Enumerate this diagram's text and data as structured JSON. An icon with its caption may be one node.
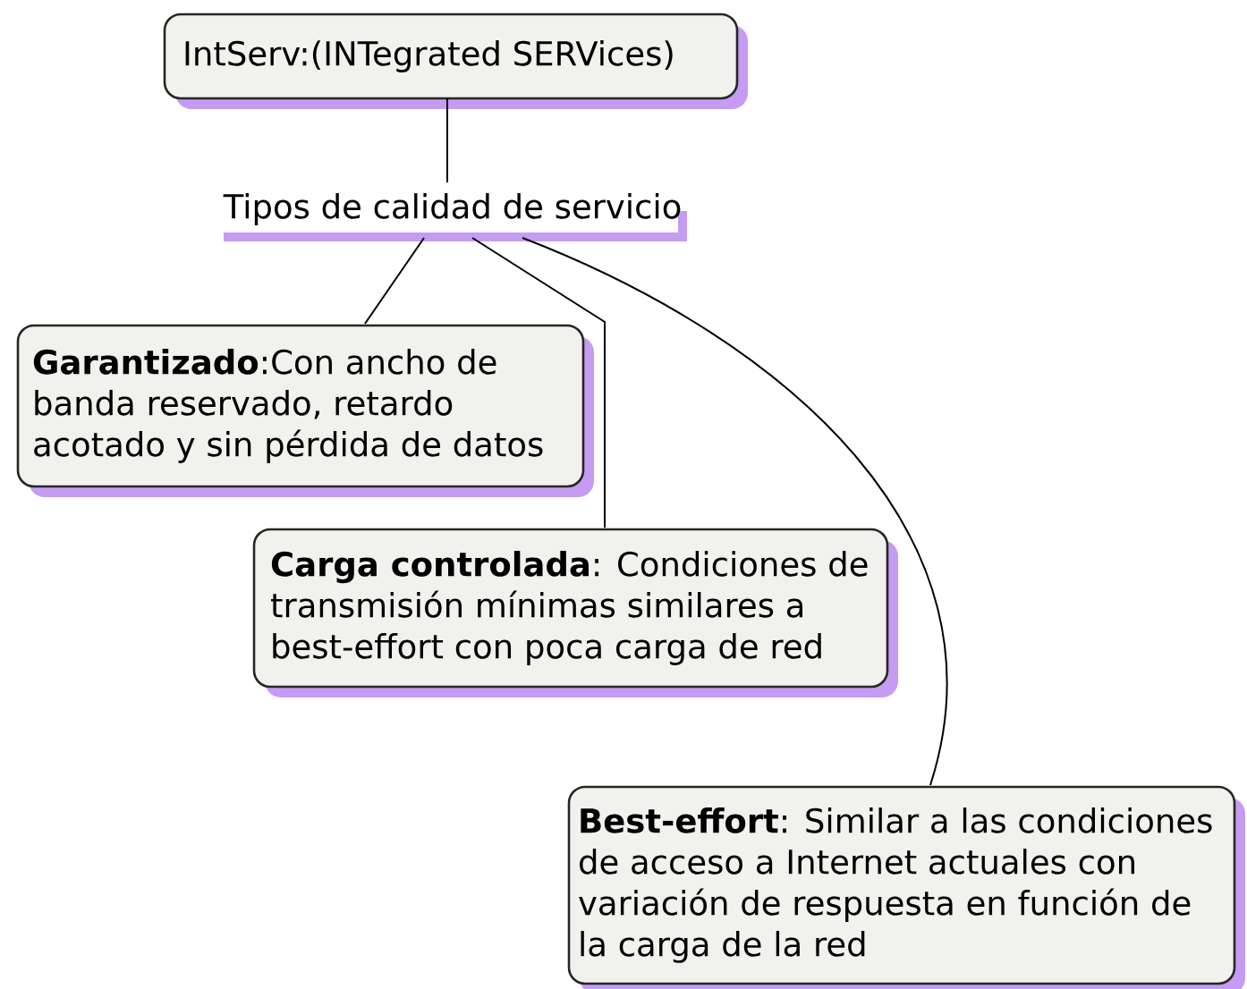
{
  "diagram": {
    "nodes": [
      {
        "text": [
          "IntServ:(INTegrated SERVices)"
        ]
      },
      {
        "text": [
          "Tipos de calidad de servicio"
        ]
      },
      {
        "text": [
          "**Garantizado**:Con ancho de banda reservado, retardo acotado y sin pérdida de datos"
        ]
      },
      {
        "text": [
          "**Carga controlada**: Condiciones de transmisión mínimas similares a best-effort con poca carga de red"
        ]
      },
      {
        "text": [
          "**Best-effort**: Similar a las condiciones de acceso a Internet actuales con variación de respuesta en función de la carga de la red"
        ]
      }
    ],
    "edges": [
      {
        "from": 0,
        "to": 1,
        "arrow": "none"
      },
      {
        "from": 1,
        "to": 2,
        "arrow": "none"
      },
      {
        "from": 1,
        "to": 3,
        "arrow": "none"
      },
      {
        "from": 1,
        "to": 4,
        "arrow": "none"
      }
    ]
  }
}
